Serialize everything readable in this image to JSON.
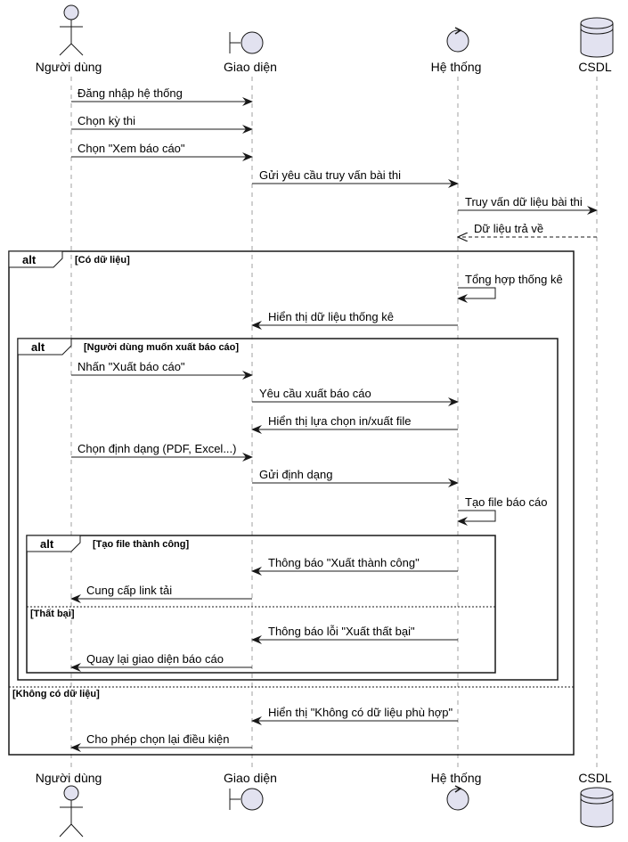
{
  "participants": {
    "user": "Người dùng",
    "ui": "Giao diện",
    "system": "Hệ thống",
    "db": "CSDL"
  },
  "colors": {
    "participant_fill": "#E2E2F0",
    "line": "#181818",
    "lifeline": "#A0A0A0"
  },
  "messages": [
    "Đăng nhập hệ thống",
    "Chọn kỳ thi",
    "Chọn \"Xem báo cáo\"",
    "Gửi yêu cầu truy vấn bài thi",
    "Truy vấn dữ liệu bài thi",
    "Dữ liệu trả về",
    "Tổng hợp thống kê",
    "Hiển thị dữ liệu thống kê",
    "Nhấn \"Xuất báo cáo\"",
    "Yêu cầu xuất báo cáo",
    "Hiển thị lựa chọn in/xuất file",
    "Chọn định dạng (PDF, Excel...)",
    "Gửi định dạng",
    "Tạo file báo cáo",
    "Thông báo \"Xuất thành công\"",
    "Cung cấp link tải",
    "Thông báo lỗi \"Xuất thất bại\"",
    "Quay lại giao diện báo cáo",
    "Hiển thị \"Không có dữ liệu phù hợp\"",
    "Cho phép chọn lại điều kiện"
  ],
  "fragments": {
    "outer": {
      "keyword": "alt",
      "guard": "[Có dữ liệu]",
      "else_guard": "[Không có dữ liệu]"
    },
    "export": {
      "keyword": "alt",
      "guard": "[Người dùng muốn xuất báo cáo]"
    },
    "result": {
      "keyword": "alt",
      "guard": "[Tạo file thành công]",
      "else_guard": "[Thất bại]"
    }
  }
}
